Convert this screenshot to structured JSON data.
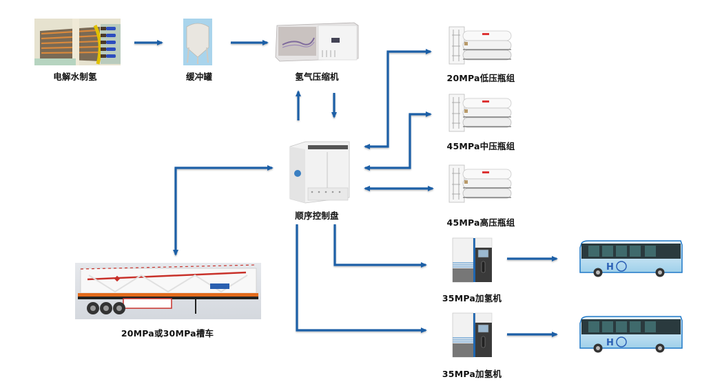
{
  "diagram": {
    "title": "",
    "arrow_color": "#1f5fa6",
    "nodes": {
      "electrolysis": {
        "label": "电解水制氢",
        "icon": "electrolyzer-icon"
      },
      "buffer_tank": {
        "label": "缓冲罐",
        "icon": "buffer-tank-icon"
      },
      "compressor": {
        "label": "氢气压缩机",
        "icon": "compressor-icon"
      },
      "control_panel": {
        "label": "顺序控制盘",
        "icon": "control-cabinet-icon"
      },
      "low_pressure_bank": {
        "label": "20MPa低压瓶组",
        "icon": "cylinder-bank-icon"
      },
      "mid_pressure_bank": {
        "label": "45MPa中压瓶组",
        "icon": "cylinder-bank-icon"
      },
      "high_pressure_bank": {
        "label": "45MPa高压瓶组",
        "icon": "cylinder-bank-icon"
      },
      "tube_trailer": {
        "label": "20MPa或30MPa槽车",
        "icon": "tube-trailer-icon"
      },
      "dispenser_1": {
        "label": "35MPa加氢机",
        "icon": "dispenser-icon"
      },
      "dispenser_2": {
        "label": "35MPa加氢机",
        "icon": "dispenser-icon"
      },
      "bus_1": {
        "label": "",
        "icon": "hydrogen-bus-icon"
      },
      "bus_2": {
        "label": "",
        "icon": "hydrogen-bus-icon"
      }
    },
    "edges": [
      {
        "from": "electrolysis",
        "to": "buffer_tank"
      },
      {
        "from": "buffer_tank",
        "to": "compressor"
      },
      {
        "from": "control_panel",
        "to": "compressor"
      },
      {
        "from": "compressor",
        "to": "control_panel"
      },
      {
        "from": "control_panel",
        "to": "low_pressure_bank"
      },
      {
        "from": "low_pressure_bank",
        "to": "control_panel"
      },
      {
        "from": "control_panel",
        "to": "mid_pressure_bank"
      },
      {
        "from": "mid_pressure_bank",
        "to": "control_panel"
      },
      {
        "from": "control_panel",
        "to": "high_pressure_bank",
        "bidirectional": true
      },
      {
        "from": "tube_trailer",
        "to": "control_panel"
      },
      {
        "from": "control_panel",
        "to": "tube_trailer"
      },
      {
        "from": "control_panel",
        "to": "dispenser_1"
      },
      {
        "from": "control_panel",
        "to": "dispenser_2"
      },
      {
        "from": "dispenser_1",
        "to": "bus_1"
      },
      {
        "from": "dispenser_2",
        "to": "bus_2"
      }
    ]
  }
}
